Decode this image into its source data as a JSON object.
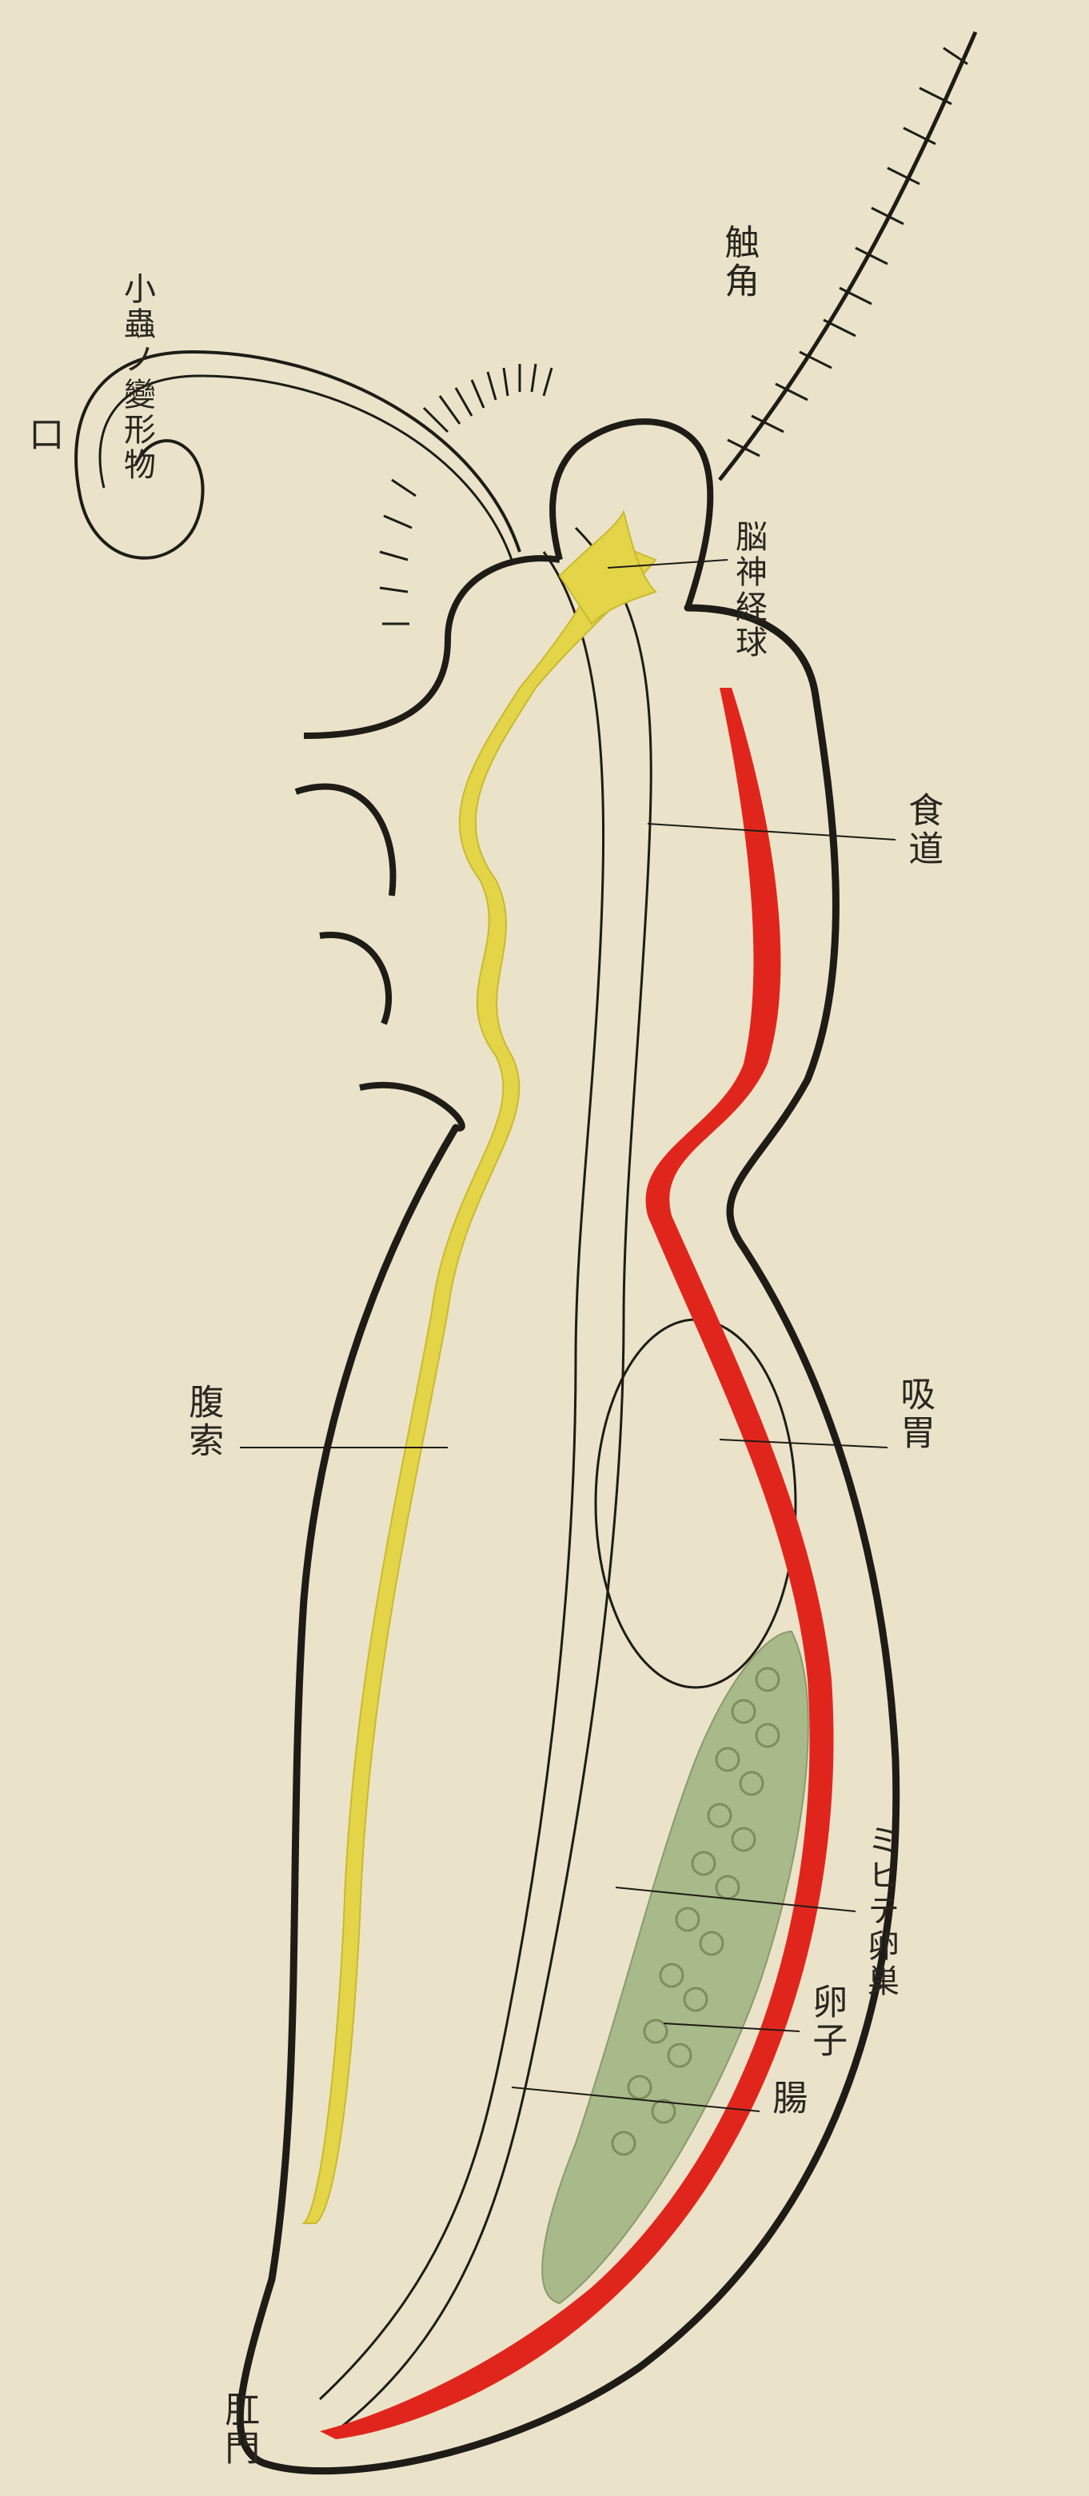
{
  "labels": {
    "mouth": "口",
    "small_prey": "小蟲ノ變形物",
    "tentacle": "触角",
    "cerebral_ganglion": "脳神経球",
    "esophagus": "食道",
    "stomach": "吸胃",
    "ventral_nerve": "腹索",
    "ovary": "ミヒテ卵巣",
    "egg": "卵子",
    "intestine": "腸",
    "anus": "肛門"
  },
  "colors": {
    "paper": "#ebe3c9",
    "outline": "#1f1b16",
    "nerve_yellow": "#e4d548",
    "vessel_red": "#e0261c",
    "ovary_green": "#a8b98a"
  }
}
